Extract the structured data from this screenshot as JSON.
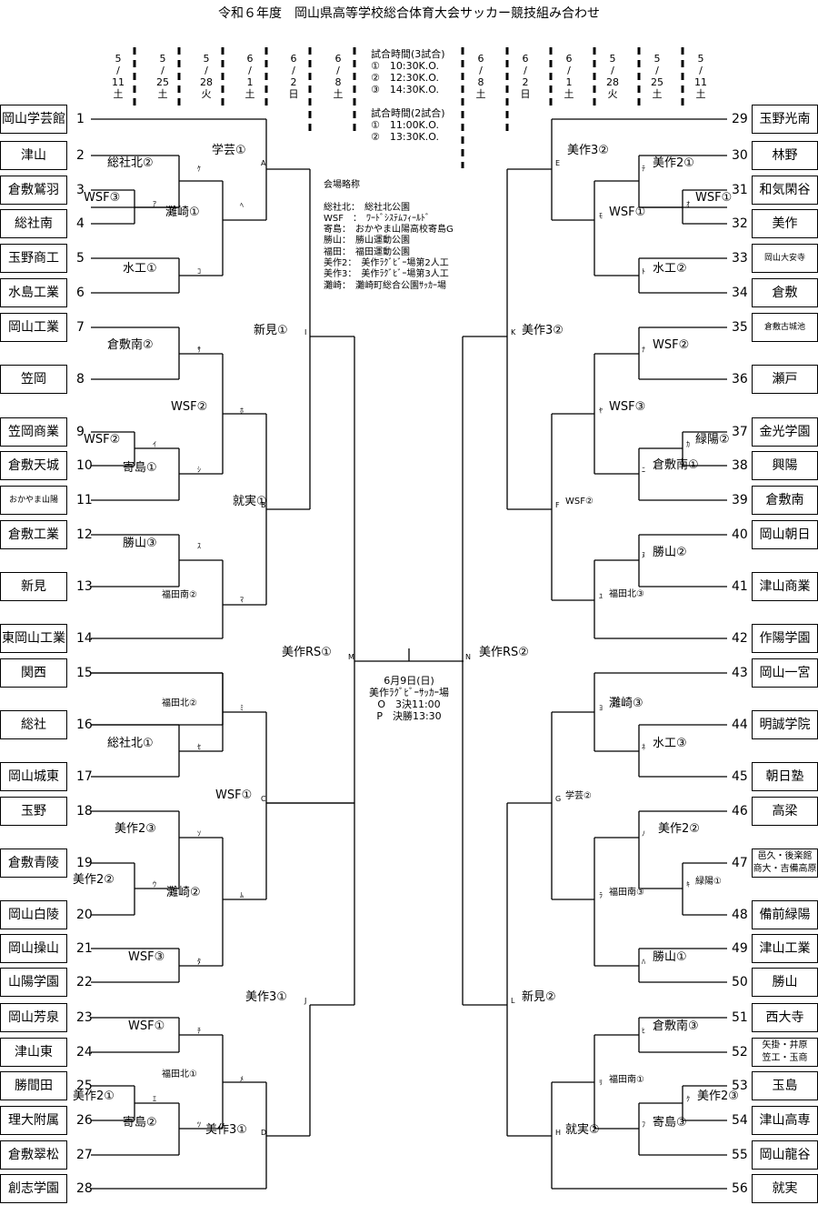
{
  "title": "令和６年度　岡山県高等学校総合体育大会サッカー競技組み合わせ",
  "dates_left": [
    "5\n/\n11\n土",
    "5\n/\n25\n土",
    "5\n/\n28\n火",
    "6\n/\n1\n土",
    "6\n/\n2\n日",
    "6\n/\n8\n土"
  ],
  "dates_right": [
    "6\n/\n8\n土",
    "6\n/\n2\n日",
    "6\n/\n1\n土",
    "5\n/\n28\n火",
    "5\n/\n25\n土",
    "5\n/\n11\n土"
  ],
  "match_times": "試合時間(3試合)\n①　10:30K.O.\n②　12:30K.O.\n③　14:30K.O.\n\n試合時間(2試合)\n①　11:00K.O.\n②　13:30K.O.",
  "venues": "会場略称\n\n総社北：　総社北公園\nWSF　：　ﾜｰﾄﾞｼｽﾃﾑﾌｨｰﾙﾄﾞ\n寄島：　おかやま山陽高校寄島G\n勝山：　勝山運動公園\n福田：　福田運動公園\n美作2：　美作ﾗｸﾞﾋﾞｰ場第2人工\n美作3：　美作ﾗｸﾞﾋﾞｰ場第3人工\n灘崎：　灘崎町総合公園ｻｯｶｰ場",
  "final_info": "6月9日(日)\n美作ﾗｸﾞﾋﾞｰｻｯｶｰ場\nO　3決11:00\nP　決勝13:30",
  "left_teams": [
    "岡山学芸館",
    "津山",
    "倉敷鷲羽",
    "総社南",
    "玉野商工",
    "水島工業",
    "岡山工業",
    "笠岡",
    "笠岡商業",
    "倉敷天城",
    "おかやま山陽",
    "倉敷工業",
    "新見",
    "東岡山工業",
    "関西",
    "総社",
    "岡山城東",
    "玉野",
    "倉敷青陵",
    "岡山白陵",
    "岡山操山",
    "山陽学園",
    "岡山芳泉",
    "津山東",
    "勝間田",
    "理大附属",
    "倉敷翠松",
    "創志学園"
  ],
  "right_teams": [
    "玉野光南",
    "林野",
    "和気閑谷",
    "美作",
    "岡山大安寺",
    "倉敷",
    "倉敷古城池",
    "瀬戸",
    "金光学園",
    "興陽",
    "倉敷南",
    "岡山朝日",
    "津山商業",
    "作陽学園",
    "岡山一宮",
    "明誠学院",
    "朝日塾",
    "高梁",
    "邑久・後楽館\n商大・吉備高原",
    "備前緑陽",
    "津山工業",
    "勝山",
    "西大寺",
    "矢掛・井原\n笠工・玉商",
    "玉島",
    "津山高専",
    "岡山龍谷",
    "就実"
  ],
  "left_numbers": [
    "1",
    "2",
    "3",
    "4",
    "5",
    "6",
    "7",
    "8",
    "9",
    "10",
    "11",
    "12",
    "13",
    "14",
    "15",
    "16",
    "17",
    "18",
    "19",
    "20",
    "21",
    "22",
    "23",
    "24",
    "25",
    "26",
    "27",
    "28"
  ],
  "right_numbers": [
    "29",
    "30",
    "31",
    "32",
    "33",
    "34",
    "35",
    "36",
    "37",
    "38",
    "39",
    "40",
    "41",
    "42",
    "43",
    "44",
    "45",
    "46",
    "47",
    "48",
    "49",
    "50",
    "51",
    "52",
    "53",
    "54",
    "55",
    "56"
  ],
  "labels": {
    "l_ka": "学芸①",
    "l_ke": "総社北②",
    "l_a": "WSF③",
    "l_he": "灘崎①",
    "l_ko": "水工①",
    "l_sa": "倉敷南②",
    "l_ho": "WSF②",
    "l_i": "WSF②",
    "l_shi": "寄島①",
    "l_su": "勝山③",
    "l_ma": "福田南②",
    "l_mi": "福田北②",
    "l_se": "総社北①",
    "l_so": "美作2③",
    "l_u": "美作2②",
    "l_mu": "灘崎②",
    "l_ta": "WSF③",
    "l_chi": "WSF①",
    "l_me": "福田北①",
    "l_e": "美作2①",
    "l_tsu": "寄島②",
    "l_A": "",
    "l_I": "新見①",
    "l_B": "就実①",
    "l_C": "WSF①",
    "l_J": "美作3①",
    "l_D": "美作3①",
    "l_M": "美作RS①",
    "r_E": "美作3②",
    "r_te": "美作2①",
    "r_o": "WSF①",
    "r_mo": "WSF①",
    "r_to": "水工②",
    "r_K": "美作3②",
    "r_na": "WSF②",
    "r_ya": "WSF③",
    "r_ka": "緑陽②",
    "r_ni": "倉敷南①",
    "r_F": "WSF②",
    "r_nu": "勝山②",
    "r_yu": "福田北③",
    "r_N": "美作RS②",
    "r_yo": "灘崎③",
    "r_ne": "水工③",
    "r_G": "学芸②",
    "r_no": "美作2②",
    "r_ki": "緑陽①",
    "r_ra": "福田南③",
    "r_ha": "勝山①",
    "r_L": "新見②",
    "r_hi": "倉敷南③",
    "r_ri": "福田南①",
    "r_ku": "美作2③",
    "r_fu": "寄島③",
    "r_H": "就実②"
  },
  "kana": {
    "l_ke": "ｹ",
    "l_a": "ｱ",
    "l_he": "ﾍ",
    "l_ko": "ｺ",
    "l_A": "A",
    "l_sa": "ｻ",
    "l_ho": "ﾎ",
    "l_i": "ｲ",
    "l_shi": "ｼ",
    "l_B": "B",
    "l_I": "I",
    "l_su": "ｽ",
    "l_ma": "ﾏ",
    "l_mi": "ﾐ",
    "l_se": "ｾ",
    "l_C": "C",
    "l_so": "ｿ",
    "l_u": "ｳ",
    "l_mu": "ﾑ",
    "l_ta": "ﾀ",
    "l_J": "J",
    "l_chi": "ﾁ",
    "l_me": "ﾒ",
    "l_e": "ｴ",
    "l_tsu": "ﾂ",
    "l_D": "D",
    "l_M": "M",
    "r_E": "E",
    "r_te": "ﾃ",
    "r_o": "ｵ",
    "r_mo": "ﾓ",
    "r_to": "ﾄ",
    "r_K": "K",
    "r_na": "ﾅ",
    "r_ya": "ﾔ",
    "r_ka": "ｶ",
    "r_ni": "ﾆ",
    "r_F": "F",
    "r_nu": "ﾇ",
    "r_yu": "ﾕ",
    "r_N": "N",
    "r_yo": "ﾖ",
    "r_ne": "ﾈ",
    "r_G": "G",
    "r_no": "ﾉ",
    "r_ki": "ｷ",
    "r_ra": "ﾗ",
    "r_ha": "ﾊ",
    "r_L": "L",
    "r_hi": "ﾋ",
    "r_ri": "ﾘ",
    "r_ku": "ｸ",
    "r_fu": "ﾌ",
    "r_H": "H"
  }
}
